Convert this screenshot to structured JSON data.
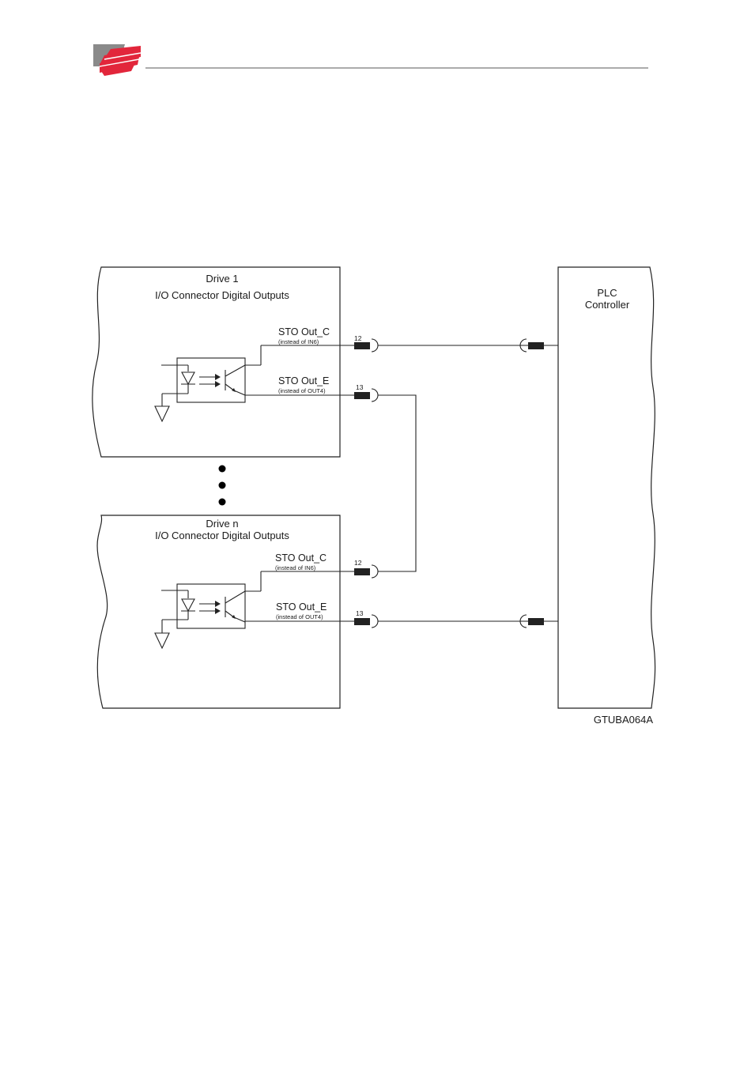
{
  "header": {
    "logo_colors": {
      "red": "#e2263b",
      "gray": "#8a8a8a"
    },
    "rule_color": "#7a7a7a"
  },
  "diagram": {
    "drive1": {
      "title": "Drive 1",
      "subtitle": "I/O Connector Digital Outputs",
      "out_c": {
        "label": "STO Out_C",
        "note": "(instead of IN6)",
        "pin": "12"
      },
      "out_e": {
        "label": "STO Out_E",
        "note": "(instead of OUT4)",
        "pin": "13"
      }
    },
    "driven": {
      "title": "Drive n",
      "subtitle": "I/O Connector Digital Outputs",
      "out_c": {
        "label": "STO Out_C",
        "note": "(instead of IN6)",
        "pin": "12"
      },
      "out_e": {
        "label": "STO Out_E",
        "note": "(instead of OUT4)",
        "pin": "13"
      }
    },
    "plc": {
      "line1": "PLC",
      "line2": "Controller"
    },
    "figure_code": "GTUBA064A"
  }
}
